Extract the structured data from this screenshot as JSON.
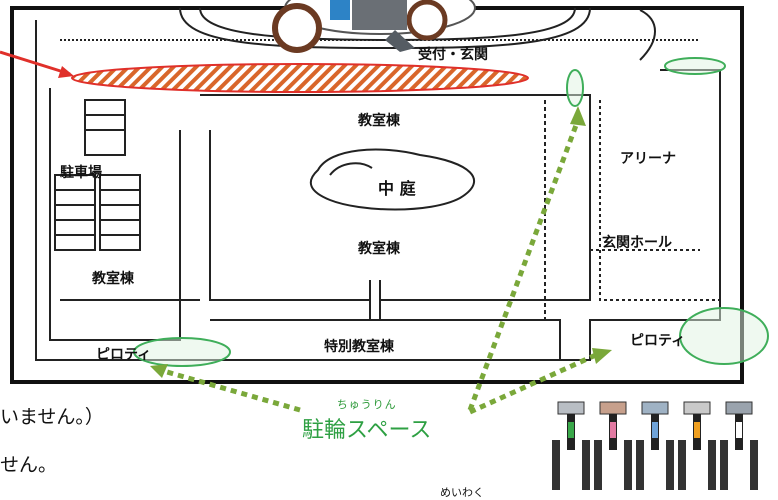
{
  "map": {
    "labels": {
      "reception": "受付・玄関",
      "classroom_top": "教室棟",
      "parking": "駐車場",
      "courtyard": "中 庭",
      "arena": "アリーナ",
      "entrance_hall": "玄関ホール",
      "classroom_mid": "教室棟",
      "classroom_left": "教室棟",
      "special_classroom": "特別教室棟",
      "piloti_left": "ピロティ",
      "piloti_right": "ピロティ"
    },
    "colors": {
      "green": "#7aa83a",
      "green_ellipse": "#3fae5a",
      "red_ellipse": "#e0302a",
      "hatch": "#d9662a"
    }
  },
  "bike_parking": {
    "ruby": "ちゅうりん",
    "label": "駐輪スペース"
  },
  "text_lines": {
    "line1": "いません。）",
    "line2": "せん。",
    "line3_ruby": "めいわく"
  }
}
